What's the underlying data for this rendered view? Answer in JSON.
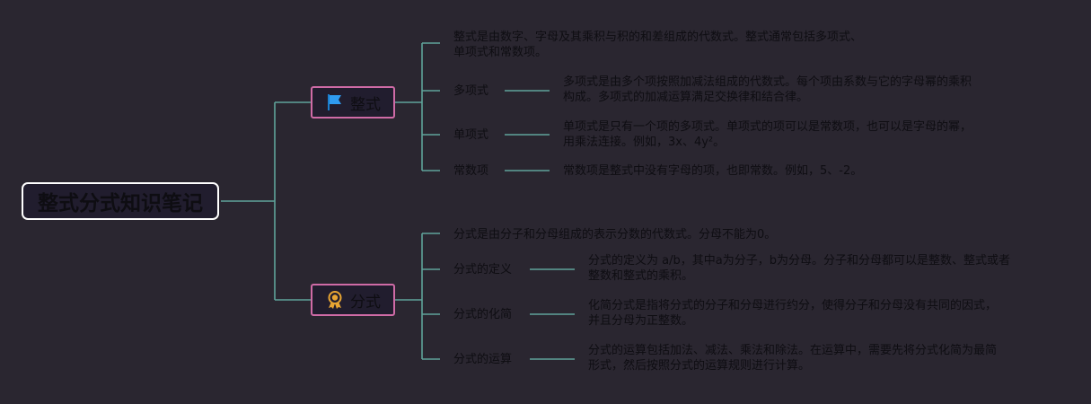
{
  "root": {
    "title": "整式分式知识笔记"
  },
  "branches": [
    {
      "label": "整式",
      "icon": "flag-icon",
      "summary_line1": "整式是由数字、字母及其乘积与积的和差组成的代数式。整式通常包括多项式、",
      "summary_line2": "单项式和常数项。",
      "children": [
        {
          "label": "多项式",
          "line1": "多项式是由多个项按照加减法组成的代数式。每个项由系数与它的字母幂的乘积",
          "line2": "构成。多项式的加减运算满足交换律和结合律。"
        },
        {
          "label": "单项式",
          "line1": "单项式是只有一个项的多项式。单项式的项可以是常数项，也可以是字母的幂，",
          "line2": "用乘法连接。例如，3x、4y²。"
        },
        {
          "label": "常数项",
          "line1": "常数项是整式中没有字母的项，也即常数。例如，5、-2。",
          "line2": ""
        }
      ]
    },
    {
      "label": "分式",
      "icon": "award-ribbon-icon",
      "summary_line1": "分式是由分子和分母组成的表示分数的代数式。分母不能为0。",
      "summary_line2": "",
      "children": [
        {
          "label": "分式的定义",
          "line1": "分式的定义为 a/b，其中a为分子，b为分母。分子和分母都可以是整数、整式或者",
          "line2": "整数和整式的乘积。"
        },
        {
          "label": "分式的化简",
          "line1": "化简分式是指将分式的分子和分母进行约分，使得分子和分母没有共同的因式，",
          "line2": "并且分母为正整数。"
        },
        {
          "label": "分式的运算",
          "line1": "分式的运算包括加法、减法、乘法和除法。在运算中，需要先将分式化简为最简",
          "line2": "形式，然后按照分式的运算规则进行计算。"
        }
      ]
    }
  ],
  "colors": {
    "background": "#2a2630",
    "connector": "#5fa39a",
    "topic_border": "#cf6ba6",
    "node_fill": "#211d2e",
    "text": "#0e0d12"
  }
}
